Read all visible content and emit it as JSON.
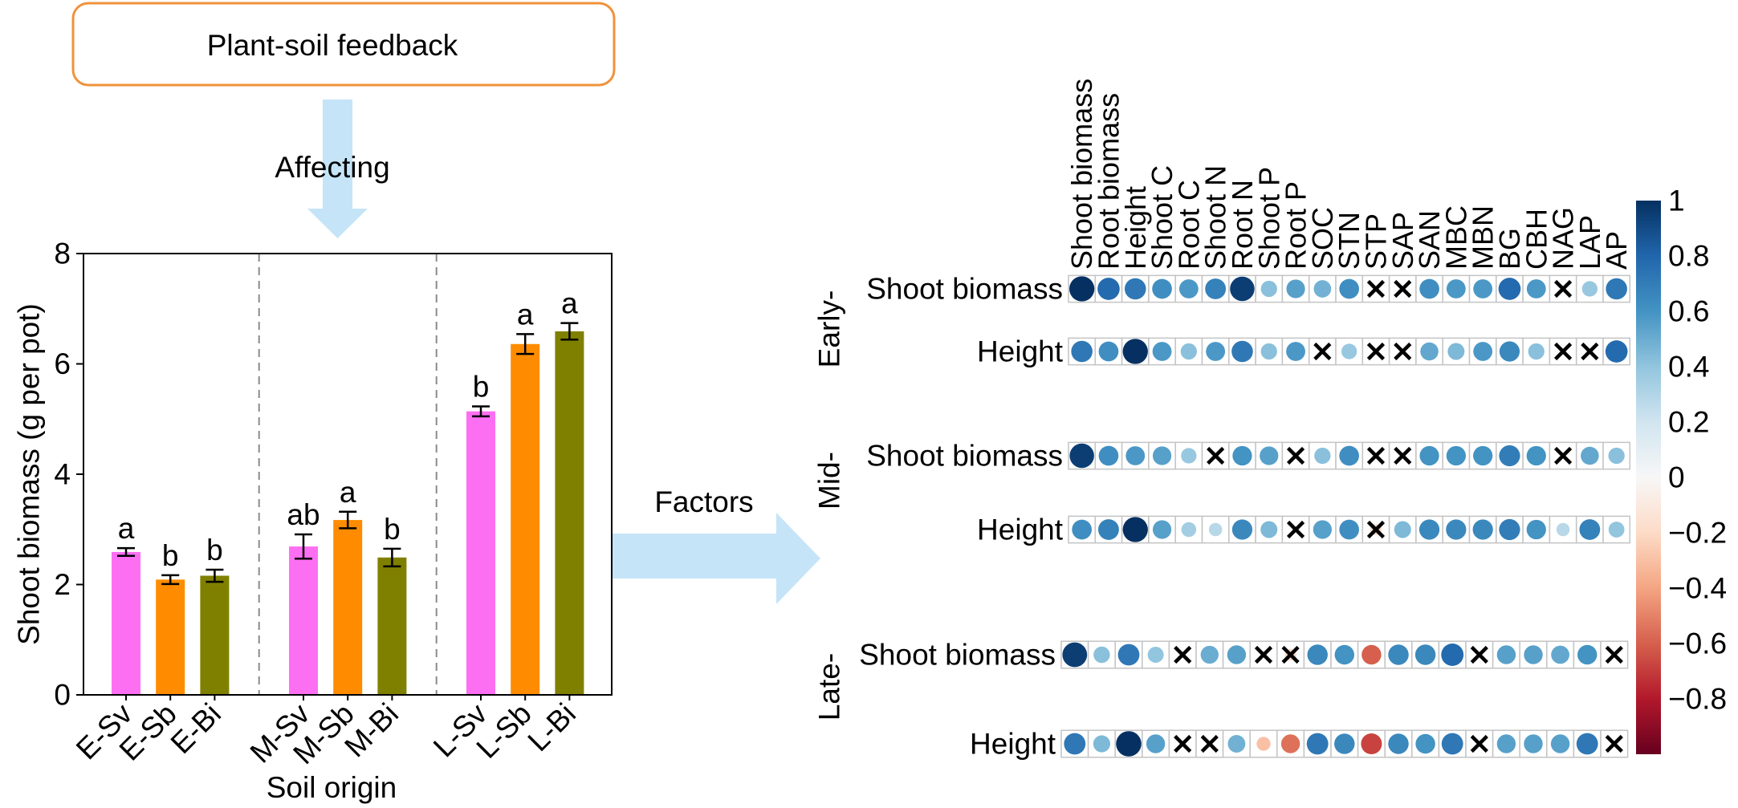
{
  "diagram": {
    "top_box_label": "Plant-soil feedback",
    "down_arrow_label": "Affecting",
    "right_arrow_label": "Factors",
    "arrow_color": "#c5e4f7",
    "box_border_color": "#f0923b"
  },
  "chart_data": [
    {
      "type": "bar",
      "ylabel": "Shoot biomass (g per pot)",
      "xlabel": "Soil origin",
      "ylim": [
        0,
        8
      ],
      "yticks": [
        0,
        2,
        4,
        6,
        8
      ],
      "categories": [
        "E-Sv",
        "E-Sb",
        "E-Bi",
        "M-Sv",
        "M-Sb",
        "M-Bi",
        "L-Sv",
        "L-Sb",
        "L-Bi"
      ],
      "values": [
        2.59,
        2.09,
        2.16,
        2.69,
        3.17,
        2.49,
        5.14,
        6.36,
        6.59
      ],
      "errors": [
        0.07,
        0.08,
        0.11,
        0.22,
        0.15,
        0.16,
        0.09,
        0.18,
        0.15
      ],
      "letters": [
        "a",
        "b",
        "b",
        "ab",
        "a",
        "b",
        "b",
        "a",
        "a"
      ],
      "colors": [
        "#fd6ff2",
        "#ff8c00",
        "#808000",
        "#fd6ff2",
        "#ff8c00",
        "#808000",
        "#fd6ff2",
        "#ff8c00",
        "#808000"
      ]
    },
    {
      "type": "heatmap",
      "columns": [
        "Shoot biomass",
        "Root biomass",
        "Height",
        "Shoot C",
        "Root C",
        "Shoot N",
        "Root N",
        "Shoot P",
        "Root P",
        "SOC",
        "STN",
        "STP",
        "SAP",
        "SAN",
        "MBC",
        "MBN",
        "BG",
        "CBH",
        "NAG",
        "LAP",
        "AP"
      ],
      "groups": [
        {
          "label": "Early-",
          "rows": [
            {
              "label": "Shoot biomass",
              "r": [
                1.0,
                0.78,
                0.72,
                0.62,
                0.58,
                0.68,
                0.95,
                0.42,
                0.55,
                0.48,
                0.62,
                null,
                null,
                0.62,
                0.58,
                0.58,
                0.78,
                0.58,
                null,
                0.38,
                0.72
              ],
              "ns_index": [
                11,
                12,
                18
              ]
            },
            {
              "label": "Height",
              "r": [
                0.72,
                0.62,
                1.0,
                0.58,
                0.42,
                0.58,
                0.72,
                0.42,
                0.58,
                null,
                0.38,
                null,
                null,
                0.52,
                0.45,
                0.58,
                0.65,
                0.42,
                null,
                null,
                0.78
              ],
              "ns_index": [
                9,
                11,
                12,
                18,
                19
              ]
            }
          ]
        },
        {
          "label": "Mid-",
          "rows": [
            {
              "label": "Shoot biomass",
              "r": [
                0.95,
                0.62,
                0.58,
                0.55,
                0.38,
                null,
                0.6,
                0.55,
                null,
                0.42,
                0.62,
                null,
                null,
                0.6,
                0.6,
                0.6,
                0.7,
                0.6,
                null,
                0.52,
                0.42
              ],
              "ns_index": [
                5,
                8,
                11,
                12,
                18
              ]
            },
            {
              "label": "Height",
              "r": [
                0.62,
                0.68,
                1.0,
                0.55,
                0.35,
                0.28,
                0.65,
                0.45,
                null,
                0.55,
                0.62,
                -0.2,
                0.45,
                0.65,
                0.65,
                0.65,
                0.7,
                0.6,
                0.28,
                0.68,
                0.4
              ],
              "ns_index": [
                8,
                11
              ]
            }
          ]
        },
        {
          "label": "Late-",
          "rows": [
            {
              "label": "Shoot biomass",
              "r": [
                0.95,
                0.42,
                0.72,
                0.4,
                null,
                0.5,
                0.55,
                null,
                -0.2,
                0.65,
                0.6,
                -0.6,
                0.65,
                0.65,
                0.78,
                null,
                0.55,
                0.55,
                0.52,
                0.6,
                null
              ],
              "ns_index": [
                4,
                7,
                8,
                15,
                20
              ]
            },
            {
              "label": "Height",
              "r": [
                0.72,
                0.45,
                1.0,
                0.55,
                null,
                null,
                0.48,
                -0.3,
                -0.55,
                0.72,
                0.65,
                -0.68,
                0.65,
                0.6,
                0.72,
                null,
                0.55,
                0.55,
                0.55,
                0.72,
                null
              ],
              "ns_index": [
                4,
                5,
                15,
                20
              ]
            }
          ]
        }
      ],
      "colorbar": {
        "range": [
          -1,
          1
        ],
        "tick_values": [
          1,
          0.8,
          0.6,
          0.4,
          0.2,
          0,
          -0.2,
          -0.4,
          -0.6,
          -0.8
        ],
        "tick_labels": [
          "1",
          "0.8",
          "0.6",
          "0.4",
          "0.2",
          "0",
          "−0.2",
          "−0.4",
          "−0.6",
          "−0.8"
        ],
        "colormap": [
          "#67001f",
          "#b2182b",
          "#d6604d",
          "#f4a582",
          "#fddbc7",
          "#f7f7f7",
          "#d1e5f0",
          "#92c5de",
          "#4393c3",
          "#2166ac",
          "#053061"
        ]
      }
    }
  ]
}
